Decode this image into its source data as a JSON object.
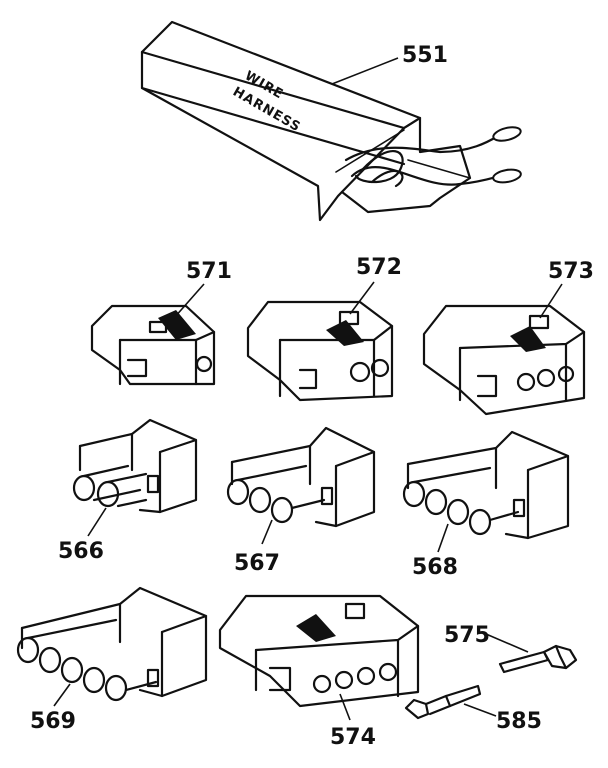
{
  "parts": [
    {
      "id": "551",
      "name": "wire-harness",
      "box_text_line1": "WIRE",
      "box_text_line2": "HARNESS"
    },
    {
      "id": "571",
      "name": "connector-2-pin-housing"
    },
    {
      "id": "572",
      "name": "connector-3-pin-housing"
    },
    {
      "id": "573",
      "name": "connector-4-pin-housing"
    },
    {
      "id": "566",
      "name": "connector-2-pin-plug"
    },
    {
      "id": "567",
      "name": "connector-3-pin-plug"
    },
    {
      "id": "568",
      "name": "connector-4-pin-plug"
    },
    {
      "id": "569",
      "name": "connector-5-pin-plug"
    },
    {
      "id": "574",
      "name": "connector-5-pin-housing"
    },
    {
      "id": "575",
      "name": "female-terminal"
    },
    {
      "id": "585",
      "name": "male-terminal"
    }
  ],
  "labels": {
    "p551": "551",
    "p571": "571",
    "p572": "572",
    "p573": "573",
    "p566": "566",
    "p567": "567",
    "p568": "568",
    "p569": "569",
    "p574": "574",
    "p575": "575",
    "p585": "585",
    "box_line1": "WIRE",
    "box_line2": "HARNESS"
  }
}
